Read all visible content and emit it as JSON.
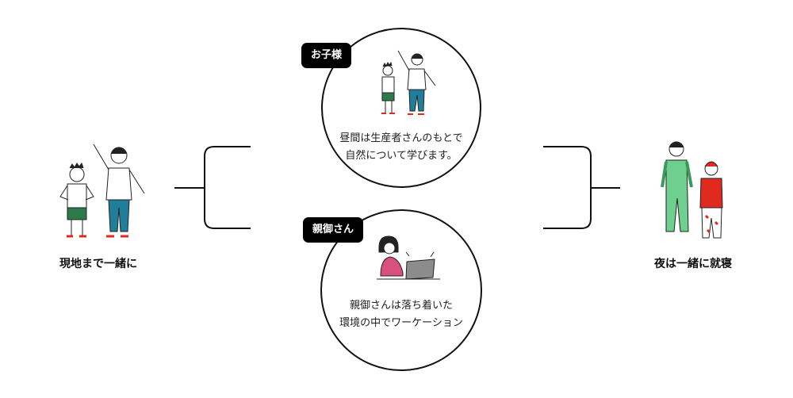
{
  "left": {
    "caption": "現地まで一緒に"
  },
  "right": {
    "caption": "夜は一緒に就寝"
  },
  "top_circle": {
    "tag": "お子様",
    "line1": "昼間は生産者さんのもとで",
    "line2": "自然について学びます。"
  },
  "bottom_circle": {
    "tag": "親御さん",
    "line1": "親御さんは落ち着いた",
    "line2": "環境の中でワーケーション"
  },
  "colors": {
    "green": "#2f7a4a",
    "teal": "#1f7f9a",
    "red": "#e02a20",
    "pink": "#d9507e",
    "laptop": "#8c8c8c"
  }
}
